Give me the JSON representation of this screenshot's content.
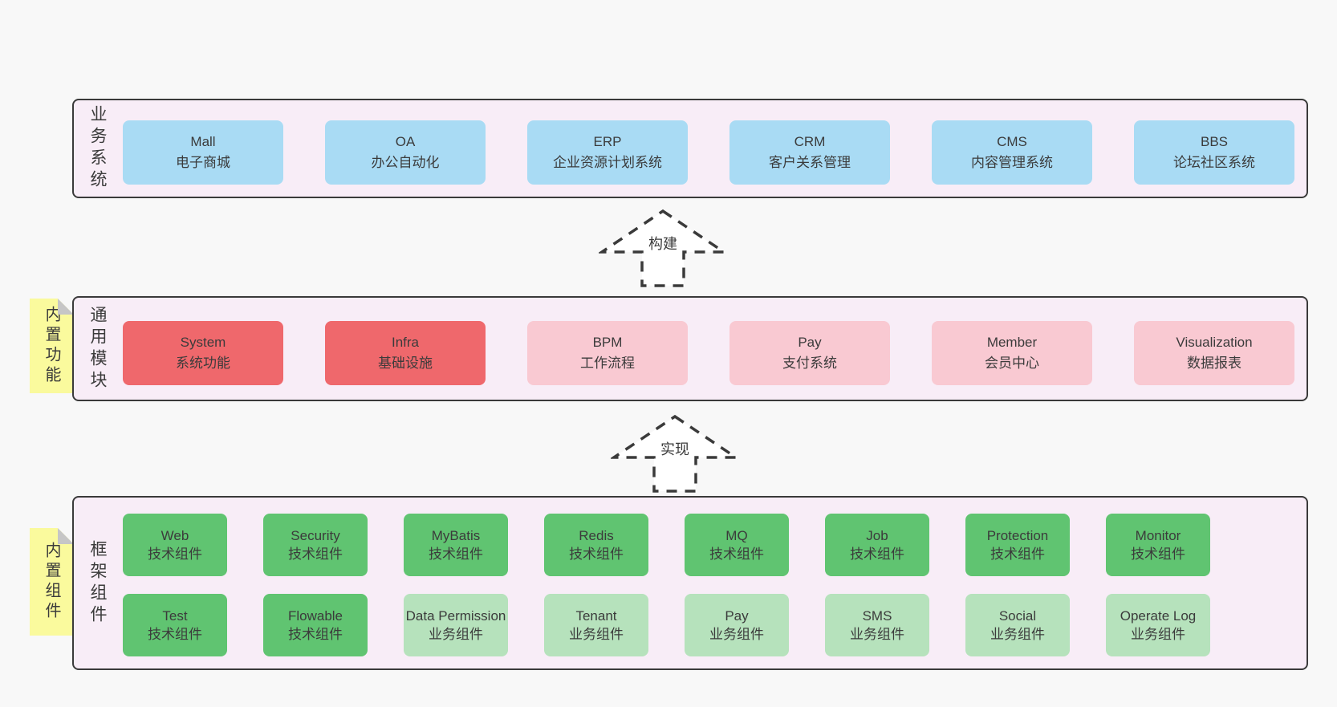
{
  "colors": {
    "bg": "#f8f8f8",
    "panel": "#f8edf7",
    "border": "#3a3a3a",
    "text": "#3b3b3b",
    "blue": "#a9dbf4",
    "red": "#ef686c",
    "pink": "#f9c9d2",
    "green": "#60c471",
    "lightgreen": "#b6e2bc",
    "sticky": "#fafa9d",
    "fold": "#c6c6c6"
  },
  "arrows": [
    {
      "label": "构建"
    },
    {
      "label": "实现"
    }
  ],
  "business": {
    "label": "业务系统",
    "boxes": [
      {
        "title": "Mall",
        "subtitle": "电子商城"
      },
      {
        "title": "OA",
        "subtitle": "办公自动化"
      },
      {
        "title": "ERP",
        "subtitle": "企业资源计划系统"
      },
      {
        "title": "CRM",
        "subtitle": "客户关系管理"
      },
      {
        "title": "CMS",
        "subtitle": "内容管理系统"
      },
      {
        "title": "BBS",
        "subtitle": "论坛社区系统"
      }
    ]
  },
  "modules": {
    "label": "通用模块",
    "sticky": "内置功能",
    "boxes": [
      {
        "title": "System",
        "subtitle": "系统功能"
      },
      {
        "title": "Infra",
        "subtitle": "基础设施"
      },
      {
        "title": "BPM",
        "subtitle": "工作流程"
      },
      {
        "title": "Pay",
        "subtitle": "支付系统"
      },
      {
        "title": "Member",
        "subtitle": "会员中心"
      },
      {
        "title": "Visualization",
        "subtitle": "数据报表"
      }
    ]
  },
  "framework": {
    "label": "框架组件",
    "sticky": "内置组件",
    "row1": [
      {
        "title": "Web",
        "subtitle": "技术组件"
      },
      {
        "title": "Security",
        "subtitle": "技术组件"
      },
      {
        "title": "MyBatis",
        "subtitle": "技术组件"
      },
      {
        "title": "Redis",
        "subtitle": "技术组件"
      },
      {
        "title": "MQ",
        "subtitle": "技术组件"
      },
      {
        "title": "Job",
        "subtitle": "技术组件"
      },
      {
        "title": "Protection",
        "subtitle": "技术组件"
      },
      {
        "title": "Monitor",
        "subtitle": "技术组件"
      }
    ],
    "row2": [
      {
        "title": "Test",
        "subtitle": "技术组件"
      },
      {
        "title": "Flowable",
        "subtitle": "技术组件"
      },
      {
        "title": "Data Permission",
        "subtitle": "业务组件"
      },
      {
        "title": "Tenant",
        "subtitle": "业务组件"
      },
      {
        "title": "Pay",
        "subtitle": "业务组件"
      },
      {
        "title": "SMS",
        "subtitle": "业务组件"
      },
      {
        "title": "Social",
        "subtitle": "业务组件"
      },
      {
        "title": "Operate Log",
        "subtitle": "业务组件"
      }
    ]
  }
}
